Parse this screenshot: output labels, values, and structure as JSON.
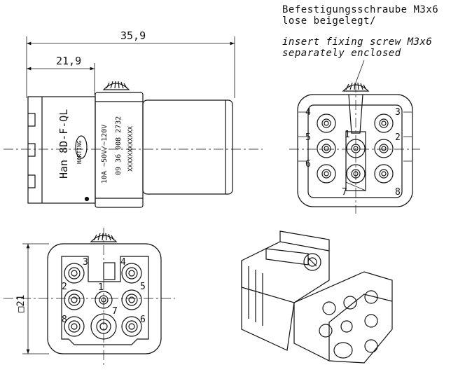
{
  "annotations": {
    "de_line1": "Befestigungsschraube M3x6",
    "de_line2": "lose beigelegt/",
    "en_line1": "insert fixing screw M3x6",
    "en_line2": "separately enclosed"
  },
  "dimensions": {
    "overall_length": "35,9",
    "body_length": "21,9",
    "square_size": "□21"
  },
  "side_label": {
    "model": "Han 8D-F-QL",
    "brand": "HARTING",
    "rating_line1": "10A  ~50V/~120V",
    "rating_line2": "09 36 008 2732",
    "rating_line3": "XXXXXXXXXXXX"
  },
  "top_view_pins": [
    "4",
    "3",
    "5",
    "2",
    "6",
    "8",
    "1",
    "7"
  ],
  "front_view_pins": [
    "3",
    "4",
    "2",
    "5",
    "8",
    "6",
    "1",
    "7"
  ]
}
